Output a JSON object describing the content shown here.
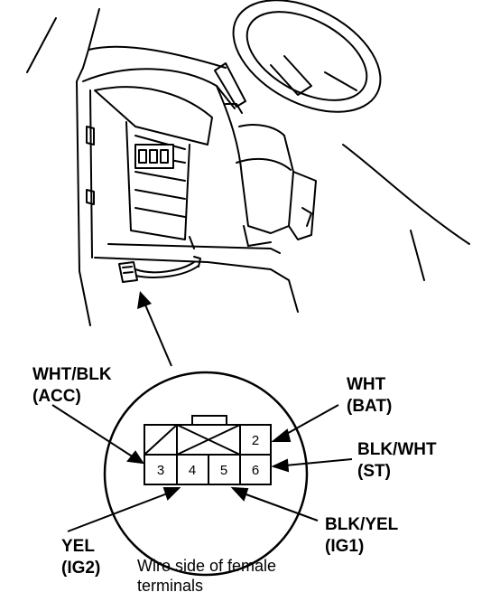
{
  "diagram": {
    "labels": {
      "wht_blk": "WHT/BLK",
      "acc": "(ACC)",
      "wht": "WHT",
      "bat": "(BAT)",
      "blk_wht": "BLK/WHT",
      "st": "(ST)",
      "yel": "YEL",
      "ig2": "(IG2)",
      "blk_yel": "BLK/YEL",
      "ig1": "(IG1)"
    },
    "caption": {
      "line1": "Wire side of female",
      "line2": "terminals"
    },
    "connector": {
      "pins": [
        "2",
        "3",
        "4",
        "5",
        "6"
      ]
    }
  }
}
